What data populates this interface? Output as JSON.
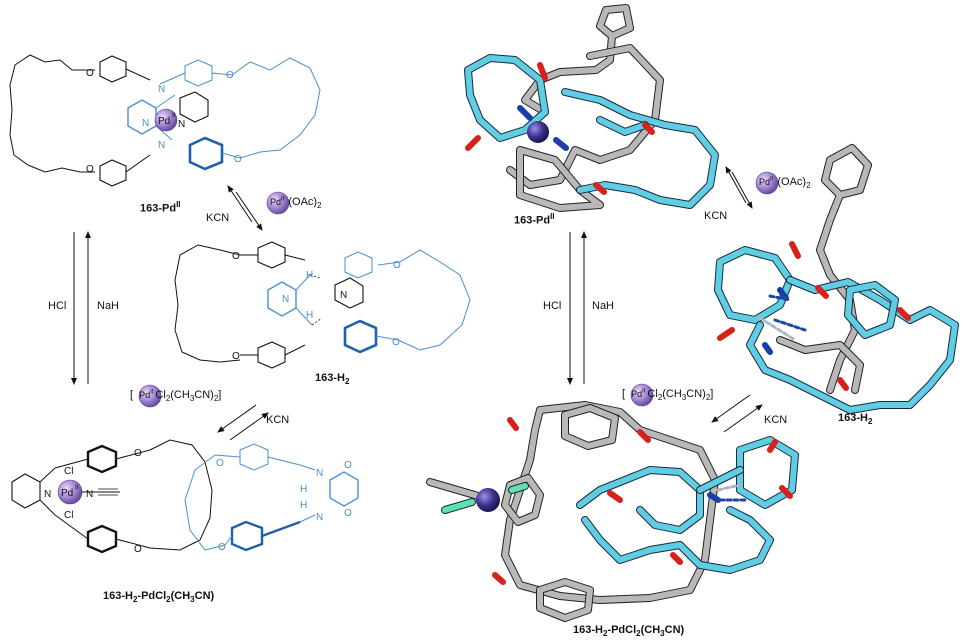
{
  "compounds": {
    "pd_complex": "163-Pd",
    "pd_sup": "II",
    "free": "163-H",
    "free_sub": "2",
    "adduct_prefix": "163-H",
    "adduct_sub2": "2",
    "adduct_mid": "-PdCl",
    "adduct_sub2b": "2",
    "adduct_tail": "(CH",
    "adduct_sub3": "3",
    "adduct_end": "CN)"
  },
  "reagents": {
    "pd_oac_metal": "Pd",
    "pd_oac_sup": "II",
    "pd_oac_rest": "(OAc)",
    "pd_oac_sub": "2",
    "kcn": "KCN",
    "hcl": "HCl",
    "nah": "NaH",
    "pdcl2_bracket_open": "[",
    "pdcl2_metal": "Pd",
    "pdcl2_sup": "II",
    "pdcl2_cl": "Cl",
    "pdcl2_sub2": "2",
    "pdcl2_ch": "(CH",
    "pdcl2_sub3": "3",
    "pdcl2_cn": "CN)",
    "pdcl2_sub2b": "2",
    "pdcl2_bracket_close": "]"
  },
  "atoms": {
    "O": "O",
    "N": "N",
    "H": "H",
    "Cl": "Cl",
    "Pd": "Pd",
    "Pd_sup": "II"
  },
  "colors": {
    "blue_chain": "#4a8fd0",
    "bold_blue": "#1f5fb0",
    "black": "#111111",
    "pd_sphere": "#9b7fc8",
    "stick_grey": "#b8b8b8",
    "stick_cyan": "#5fcde4",
    "oxygen_red": "#d8201c",
    "nitrogen_blue": "#1a3fa8",
    "hbond_blue": "#1c4aa0",
    "chlorine_green": "#5fe0b0"
  }
}
